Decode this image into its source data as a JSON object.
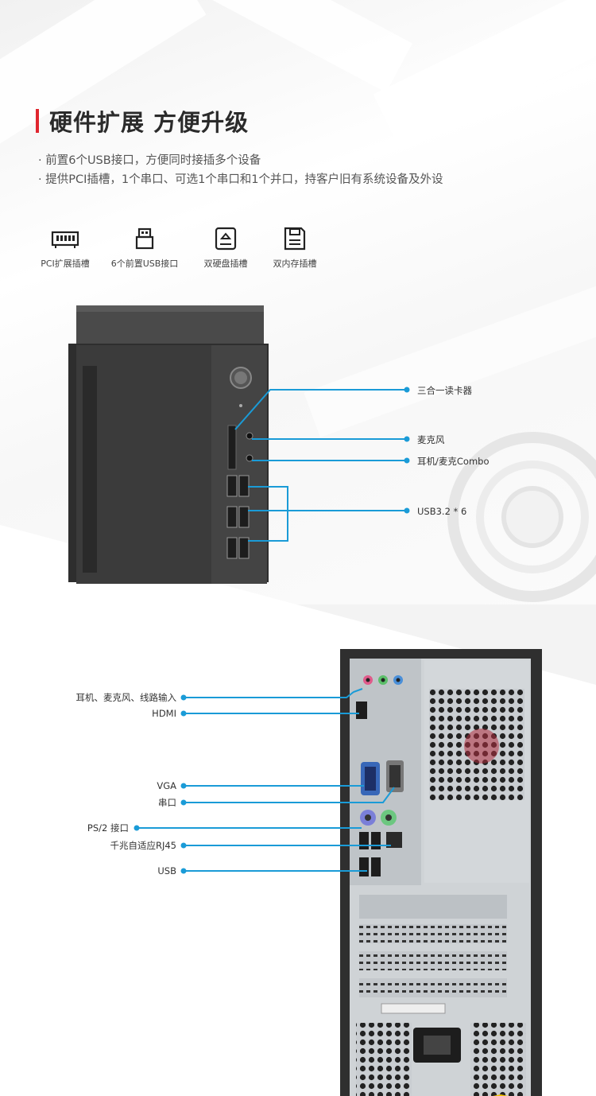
{
  "heading": {
    "title": "硬件扩展 方便升级"
  },
  "bullets": [
    "· 前置6个USB接口，方便同时接插多个设备",
    "· 提供PCI插槽，1个串口、可选1个串口和1个并口，持客户旧有系统设备及外设"
  ],
  "features": [
    {
      "icon": "pci-slot-icon",
      "label": "PCI扩展插槽"
    },
    {
      "icon": "usb-icon",
      "label": "6个前置USB接口"
    },
    {
      "icon": "hard-drive-icon",
      "label": "双硬盘插槽"
    },
    {
      "icon": "memory-card-icon",
      "label": "双内存插槽"
    }
  ],
  "front_callouts": [
    "三合一读卡器",
    "麦克风",
    "耳机/麦克Combo",
    "USB3.2 * 6"
  ],
  "rear_callouts": [
    "耳机、麦克风、线路输入",
    "HDMI",
    "VGA",
    "串口",
    "PS/2 接口",
    "千兆自适应RJ45",
    "USB"
  ],
  "colors": {
    "accent": "#e0262f",
    "callout_line": "#1a9bd7",
    "case": "#3a3a3a"
  }
}
